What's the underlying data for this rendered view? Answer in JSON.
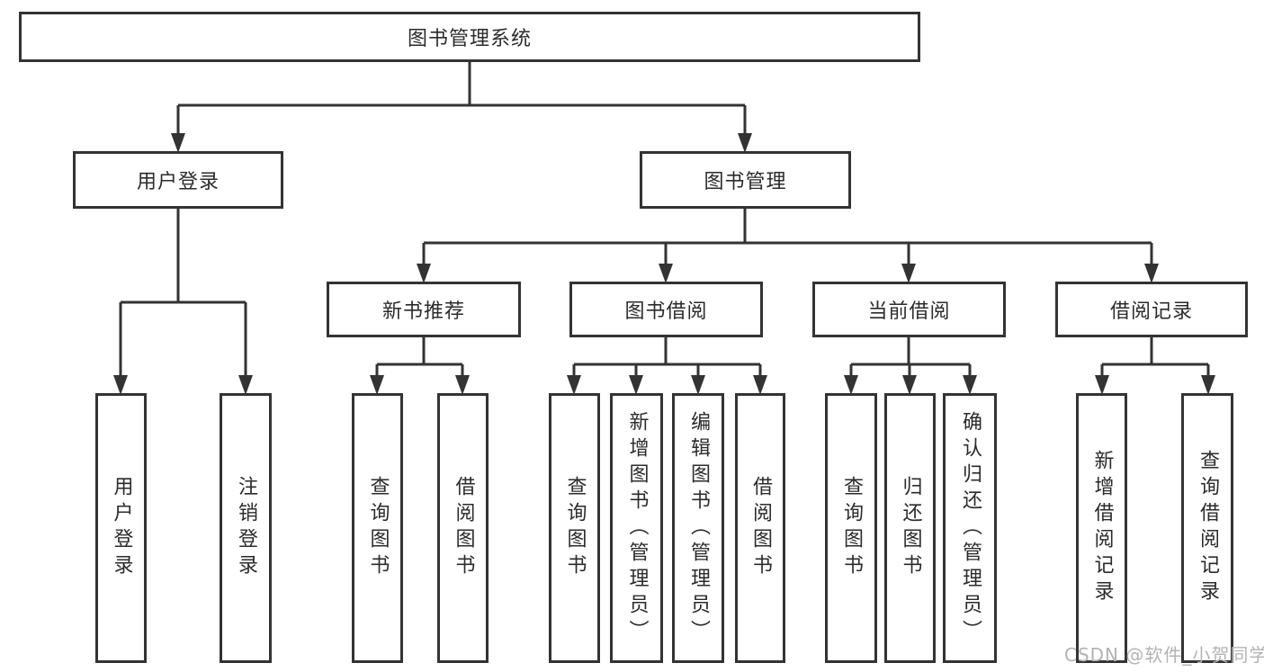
{
  "tree": {
    "root": {
      "label": "图书管理系统"
    },
    "children": [
      {
        "label": "用户登录",
        "children": [
          {
            "label": "用户登录"
          },
          {
            "label": "注销登录"
          }
        ]
      },
      {
        "label": "图书管理",
        "children": [
          {
            "label": "新书推荐",
            "children": [
              {
                "label": "查询图书"
              },
              {
                "label": "借阅图书"
              }
            ]
          },
          {
            "label": "图书借阅",
            "children": [
              {
                "label": "查询图书"
              },
              {
                "label": "新增图书（管理员）"
              },
              {
                "label": "编辑图书（管理员）"
              },
              {
                "label": "借阅图书"
              }
            ]
          },
          {
            "label": "当前借阅",
            "children": [
              {
                "label": "查询图书"
              },
              {
                "label": "归还图书"
              },
              {
                "label": "确认归还（管理员）"
              }
            ]
          },
          {
            "label": "借阅记录",
            "children": [
              {
                "label": "新增借阅记录"
              },
              {
                "label": "查询借阅记录"
              }
            ]
          }
        ]
      }
    ]
  },
  "watermark": {
    "text": "CSDN @软件_小贺同学"
  },
  "colors": {
    "line": "#333333",
    "text": "#2b2b2b",
    "watermark": "#b3b3b3",
    "background": "#ffffff"
  }
}
